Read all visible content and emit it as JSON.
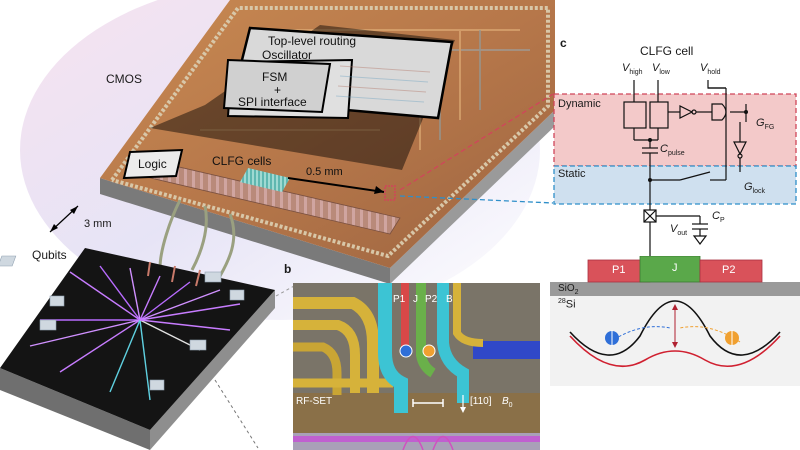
{
  "panel_letters": {
    "b": "b",
    "c": "c"
  },
  "cmos": {
    "label": "CMOS",
    "blocks": {
      "top_routing": "Top-level routing",
      "oscillator": "Oscillator",
      "fsm_line1": "FSM",
      "fsm_line2": "+",
      "fsm_line3": "SPI interface",
      "logic": "Logic",
      "clfg_cells": "CLFG cells",
      "scale": "0.5 mm"
    },
    "size": "3 mm"
  },
  "qubits": {
    "label": "Qubits"
  },
  "sem": {
    "gates": {
      "p1": "P1",
      "j": "J",
      "p2": "P2",
      "b": "B"
    },
    "rf_set": "RF-SET",
    "direction": "[110]",
    "field": "B",
    "field_sub": "0"
  },
  "circuit": {
    "title": "CLFG cell",
    "v_high": "V",
    "v_high_sub": "high",
    "v_low": "V",
    "v_low_sub": "low",
    "v_hold": "V",
    "v_hold_sub": "hold",
    "dynamic": "Dynamic",
    "static": "Static",
    "g_fg": "G",
    "g_fg_sub": "FG",
    "c_pulse": "C",
    "c_pulse_sub": "pulse",
    "g_lock": "G",
    "g_lock_sub": "lock",
    "v_out": "V",
    "v_out_sub": "out",
    "c_p": "C",
    "c_p_sub": "P"
  },
  "device": {
    "p1": "P1",
    "j": "J",
    "p2": "P2",
    "sio2": "SiO",
    "sio2_sub": "2",
    "si_sup": "28",
    "si": "Si"
  },
  "colors": {
    "dynamic_fill": "#f3c9c9",
    "dynamic_border": "#d0465a",
    "static_fill": "#cfe0ef",
    "static_border": "#2f8fc9",
    "gate_red": "#d9525a",
    "gate_green": "#5aa84a",
    "spin_blue": "#2f6fd8",
    "spin_orange": "#f0a030"
  }
}
